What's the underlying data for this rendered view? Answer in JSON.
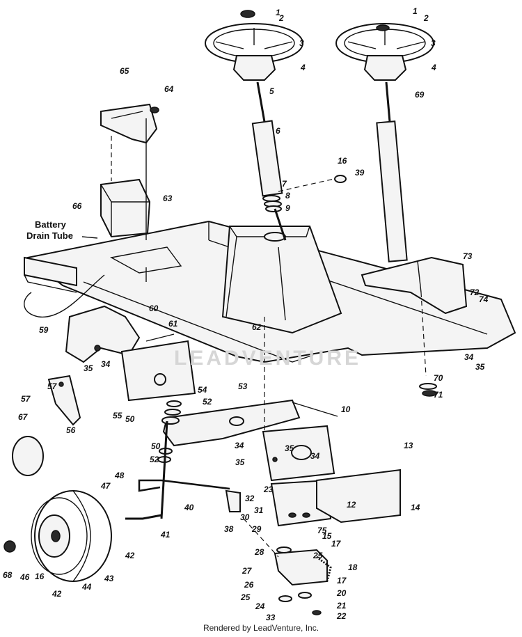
{
  "callouts": [
    {
      "text": "1"
    },
    {
      "text": "2"
    },
    {
      "text": "3"
    },
    {
      "text": "4"
    },
    {
      "text": "5"
    },
    {
      "text": "6"
    },
    {
      "text": "7"
    },
    {
      "text": "8"
    },
    {
      "text": "9"
    },
    {
      "text": "16"
    },
    {
      "text": "39"
    },
    {
      "text": "1"
    },
    {
      "text": "2"
    },
    {
      "text": "3"
    },
    {
      "text": "4"
    },
    {
      "text": "69"
    },
    {
      "text": "65"
    },
    {
      "text": "64"
    },
    {
      "text": "66"
    },
    {
      "text": "63"
    },
    {
      "text": "73"
    },
    {
      "text": "72"
    },
    {
      "text": "74"
    },
    {
      "text": "62"
    },
    {
      "text": "60"
    },
    {
      "text": "61"
    },
    {
      "text": "59"
    },
    {
      "text": "35"
    },
    {
      "text": "34"
    },
    {
      "text": "57"
    },
    {
      "text": "57"
    },
    {
      "text": "56"
    },
    {
      "text": "55"
    },
    {
      "text": "54"
    },
    {
      "text": "52"
    },
    {
      "text": "50"
    },
    {
      "text": "53"
    },
    {
      "text": "10"
    },
    {
      "text": "34"
    },
    {
      "text": "35"
    },
    {
      "text": "70"
    },
    {
      "text": "71"
    },
    {
      "text": "67"
    },
    {
      "text": "50"
    },
    {
      "text": "52"
    },
    {
      "text": "34"
    },
    {
      "text": "35"
    },
    {
      "text": "35"
    },
    {
      "text": "34"
    },
    {
      "text": "13"
    },
    {
      "text": "14"
    },
    {
      "text": "12"
    },
    {
      "text": "48"
    },
    {
      "text": "47"
    },
    {
      "text": "40"
    },
    {
      "text": "23"
    },
    {
      "text": "32"
    },
    {
      "text": "31"
    },
    {
      "text": "30"
    },
    {
      "text": "29"
    },
    {
      "text": "75"
    },
    {
      "text": "15"
    },
    {
      "text": "17"
    },
    {
      "text": "38"
    },
    {
      "text": "41"
    },
    {
      "text": "42"
    },
    {
      "text": "28"
    },
    {
      "text": "25"
    },
    {
      "text": "27"
    },
    {
      "text": "18"
    },
    {
      "text": "17"
    },
    {
      "text": "26"
    },
    {
      "text": "20"
    },
    {
      "text": "25"
    },
    {
      "text": "24"
    },
    {
      "text": "21"
    },
    {
      "text": "22"
    },
    {
      "text": "33"
    },
    {
      "text": "68"
    },
    {
      "text": "46"
    },
    {
      "text": "16"
    },
    {
      "text": "42"
    },
    {
      "text": "44"
    },
    {
      "text": "43"
    }
  ],
  "battery_label": {
    "line1": "Battery",
    "line2": "Drain Tube"
  },
  "watermark": "LEADVENTURE",
  "footer": "Rendered by LeadVenture, Inc."
}
